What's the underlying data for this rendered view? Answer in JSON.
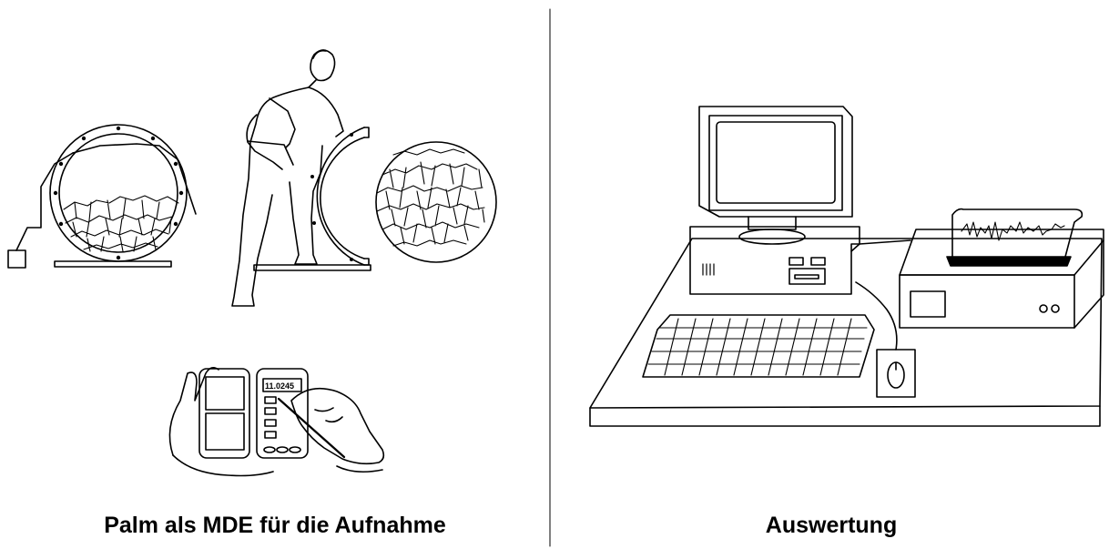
{
  "captions": {
    "left": "Palm als MDE für die Aufnahme",
    "right": "Auswertung"
  },
  "palm_device": {
    "display_value": "11.0245"
  },
  "icons": {
    "sensor_box": "square-sensor-icon",
    "frame_with_stones": "ring-frame-stones-icon",
    "person_with_frame": "person-holding-frame-icon",
    "stone_pattern_disc": "stone-pattern-disc-icon",
    "handheld": "handheld-palm-device-icon",
    "computer": "desktop-computer-icon",
    "printer": "chart-recorder-icon",
    "mouse": "mouse-icon",
    "keyboard": "keyboard-icon"
  },
  "colors": {
    "line": "#000000",
    "background": "#ffffff"
  }
}
